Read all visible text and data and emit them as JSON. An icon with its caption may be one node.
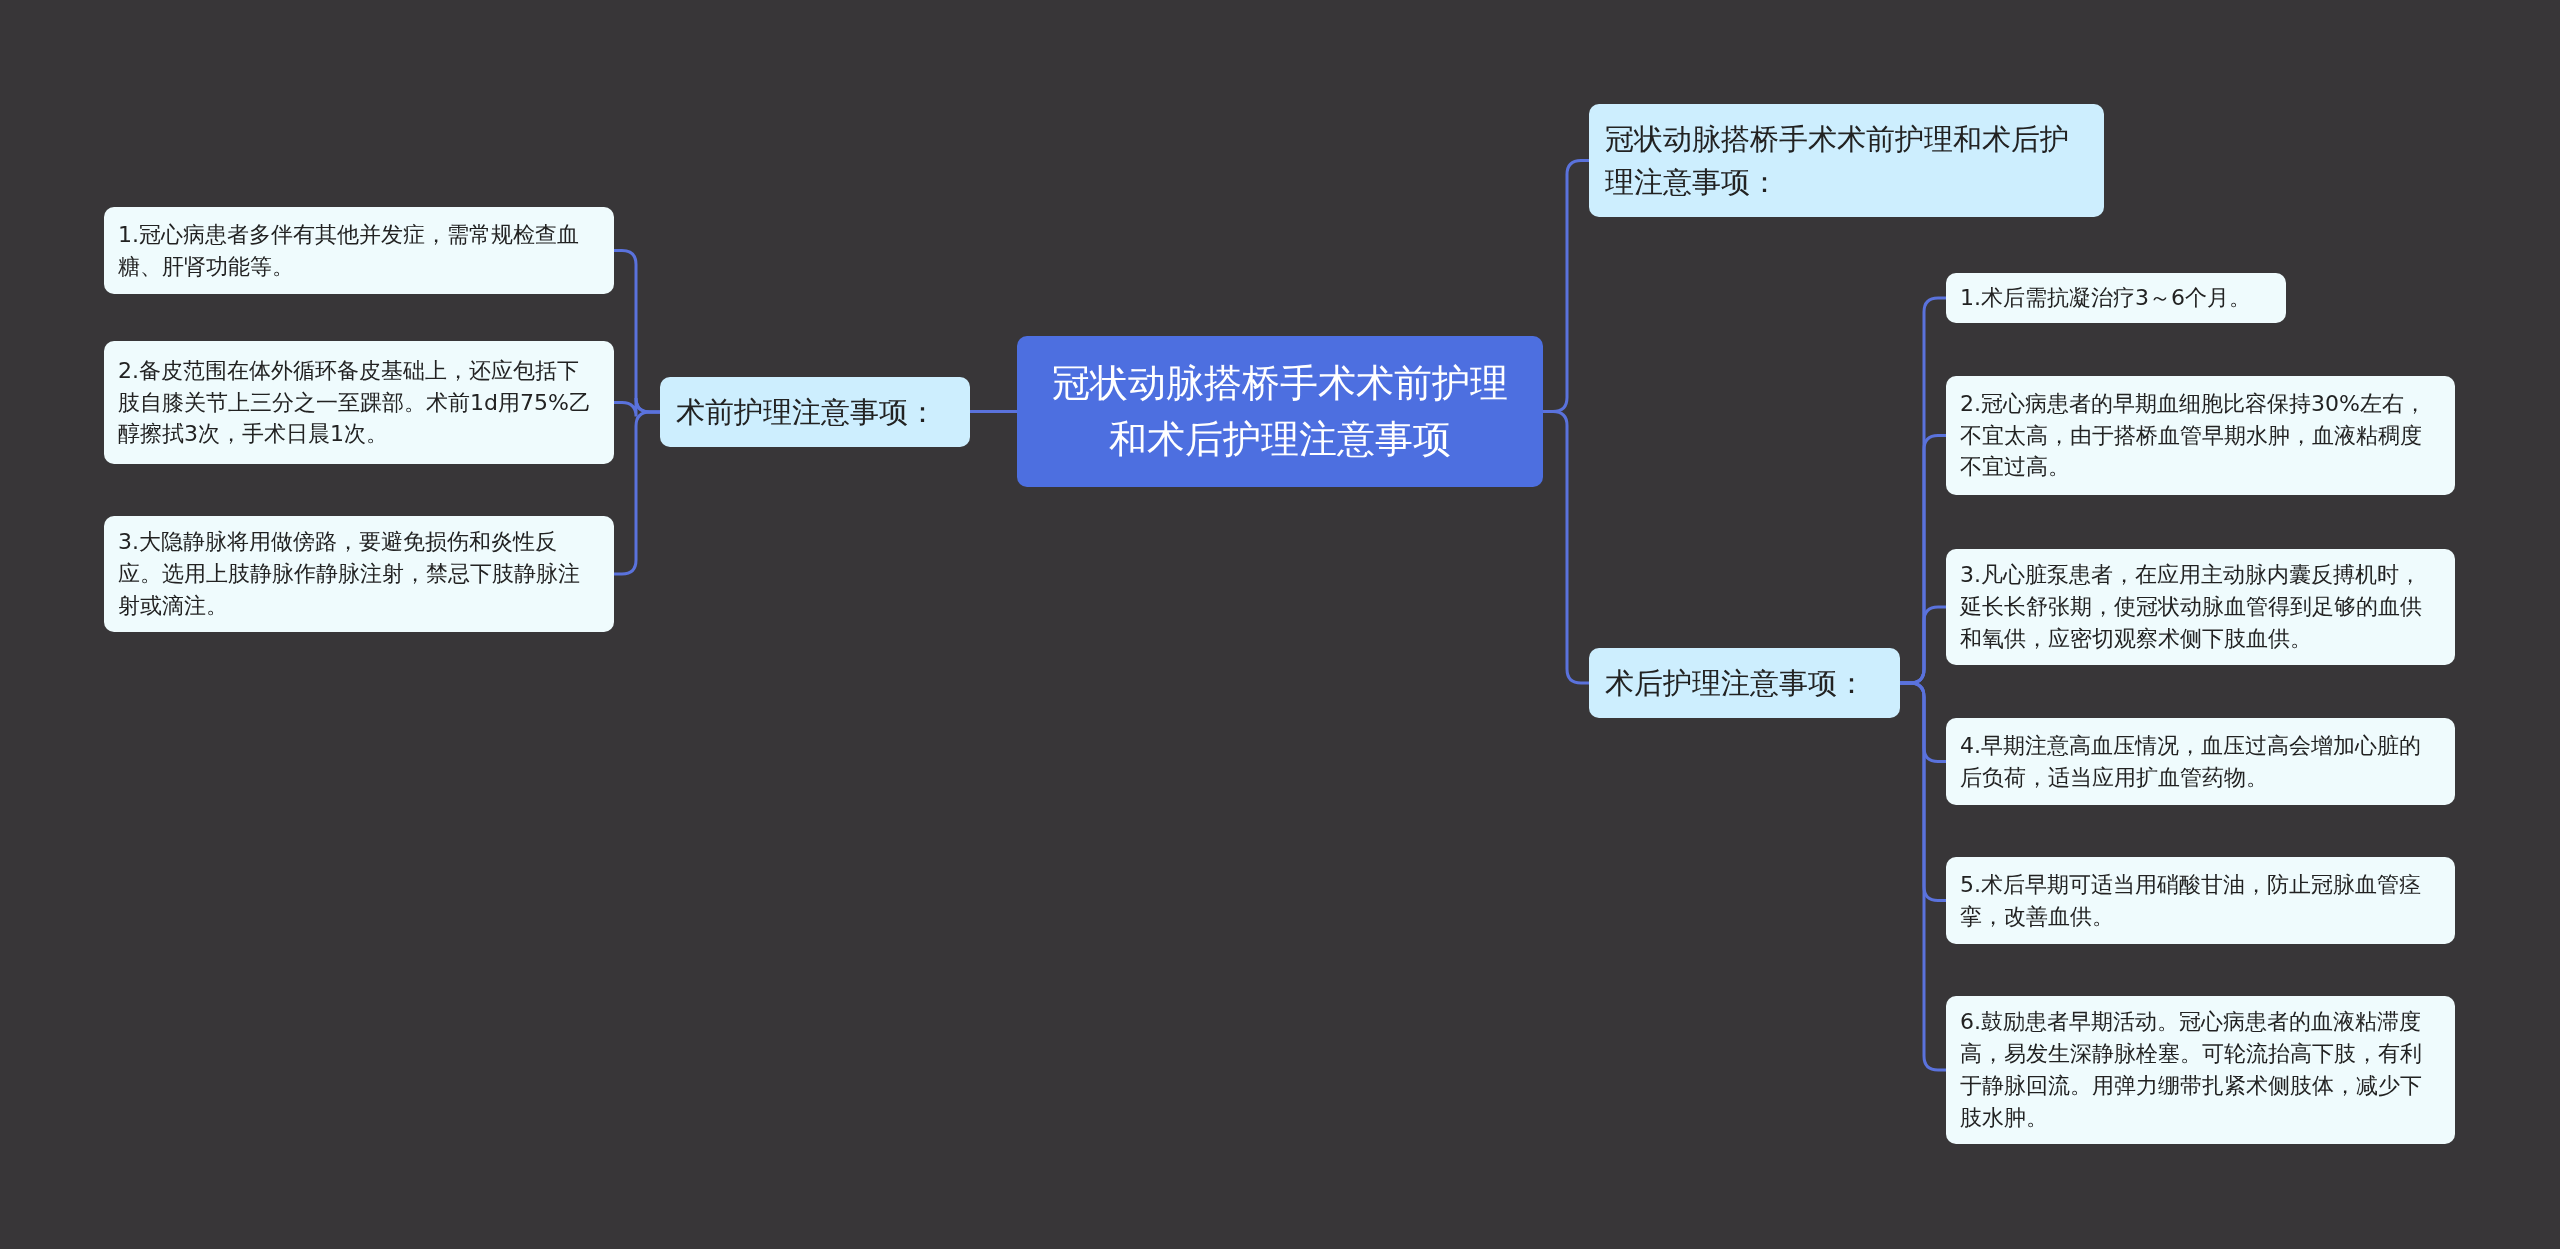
{
  "diagram": {
    "nodes": [
      {
        "text": [
          "冠状动脉搭桥手术术前护理和术后护理注意事项"
        ]
      },
      {
        "text": [
          "术前护理注意事项："
        ]
      },
      {
        "text": [
          "1.冠心病患者多伴有其他并发症，需常规检查血糖、肝肾功能等。"
        ]
      },
      {
        "text": [
          "2.备皮范围在体外循环备皮基础上，还应包括下肢自膝关节上三分之一至踝部。术前1d用75%乙醇擦拭3次，手术日晨1次。"
        ]
      },
      {
        "text": [
          "3.大隐静脉将用做傍路，要避免损伤和炎性反应。选用上肢静脉作静脉注射，禁忌下肢静脉注射或滴注。"
        ]
      },
      {
        "text": [
          "冠状动脉搭桥手术术前护理和术后护理注意事项："
        ]
      },
      {
        "text": [
          "术后护理注意事项："
        ]
      },
      {
        "text": [
          "1.术后需抗凝治疗3～6个月。"
        ]
      },
      {
        "text": [
          "2.冠心病患者的早期血细胞比容保持30%左右，不宜太高，由于搭桥血管早期水肿，血液粘稠度不宜过高。"
        ]
      },
      {
        "text": [
          "3.凡心脏泵患者，在应用主动脉内囊反搏机时，延长长舒张期，使冠状动脉血管得到足够的血供和氧供，应密切观察术侧下肢血供。"
        ]
      },
      {
        "text": [
          "4.早期注意高血压情况，血压过高会增加心脏的后负荷，适当应用扩血管药物。"
        ]
      },
      {
        "text": [
          "5.术后早期可适当用硝酸甘油，防止冠脉血管痉挛，改善血供。"
        ]
      },
      {
        "text": [
          "6.鼓励患者早期活动。冠心病患者的血液粘滞度高，易发生深静脉栓塞。可轮流抬高下肢，有利于静脉回流。用弹力绷带扎紧术侧肢体，减少下肢水肿。"
        ]
      }
    ],
    "edges": [
      {
        "from": 0,
        "to": 1,
        "arrow": "none"
      },
      {
        "from": 1,
        "to": 2,
        "arrow": "none"
      },
      {
        "from": 1,
        "to": 3,
        "arrow": "none"
      },
      {
        "from": 1,
        "to": 4,
        "arrow": "none"
      },
      {
        "from": 0,
        "to": 5,
        "arrow": "none"
      },
      {
        "from": 0,
        "to": 6,
        "arrow": "none"
      },
      {
        "from": 6,
        "to": 7,
        "arrow": "none"
      },
      {
        "from": 6,
        "to": 8,
        "arrow": "none"
      },
      {
        "from": 6,
        "to": 9,
        "arrow": "none"
      },
      {
        "from": 6,
        "to": 10,
        "arrow": "none"
      },
      {
        "from": 6,
        "to": 11,
        "arrow": "none"
      },
      {
        "from": 6,
        "to": 12,
        "arrow": "none"
      }
    ]
  }
}
